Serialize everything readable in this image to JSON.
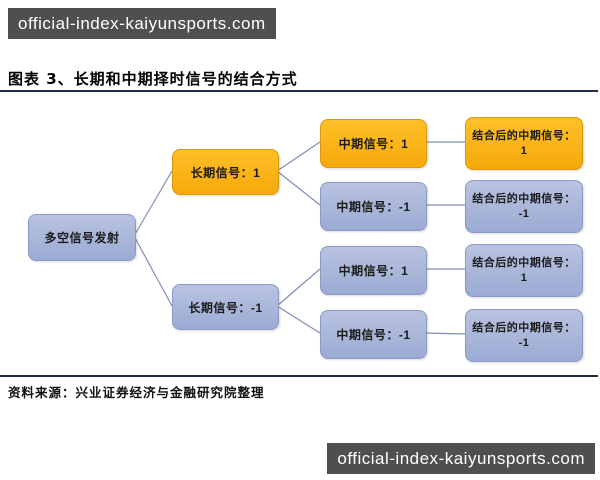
{
  "watermarks": {
    "top": "official-index-kaiyunsports.com",
    "bottom": "official-index-kaiyunsports.com"
  },
  "figure": {
    "title": "图表 3、长期和中期择时信号的结合方式",
    "source": "资料来源：兴业证券经济与金融研究院整理"
  },
  "diagram": {
    "root": {
      "label": "多空信号发射",
      "variant": "blue"
    },
    "long_term": [
      {
        "label": "长期信号：1",
        "variant": "orange"
      },
      {
        "label": "长期信号：-1",
        "variant": "blue"
      }
    ],
    "mid_term": [
      {
        "label": "中期信号：1",
        "variant": "orange"
      },
      {
        "label": "中期信号：-1",
        "variant": "blue"
      },
      {
        "label": "中期信号：1",
        "variant": "blue"
      },
      {
        "label": "中期信号：-1",
        "variant": "blue"
      }
    ],
    "combined": [
      {
        "label": "结合后的中期信号：",
        "value": "1",
        "variant": "orange"
      },
      {
        "label": "结合后的中期信号：",
        "value": "-1",
        "variant": "blue"
      },
      {
        "label": "结合后的中期信号：",
        "value": "1",
        "variant": "blue"
      },
      {
        "label": "结合后的中期信号：",
        "value": "-1",
        "variant": "blue"
      }
    ]
  },
  "colors": {
    "orange_fill": "#FDB515",
    "orange_border": "#D9990F",
    "blue_fill": "#A8B5DA",
    "blue_border": "#8A99C6",
    "connector": "#7F8FB5",
    "rule": "#1F2A4D",
    "banner_bg": "#4F4F4F",
    "banner_text": "#FFFFFF"
  }
}
